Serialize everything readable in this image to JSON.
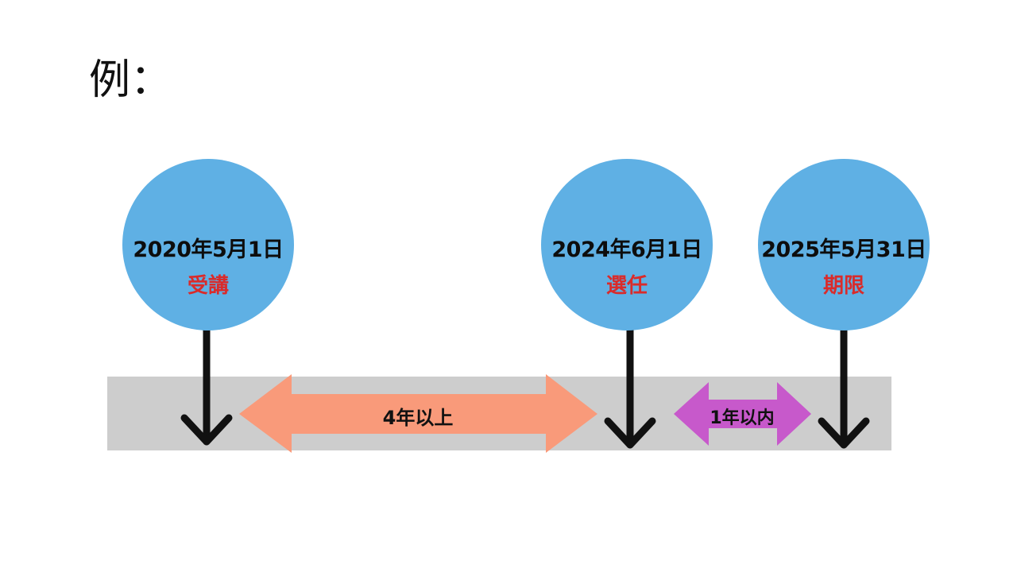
{
  "heading": "例：",
  "milestones": [
    {
      "date": "2020年5月1日",
      "event": "受講"
    },
    {
      "date": "2024年6月1日",
      "event": "選任"
    },
    {
      "date": "2025年5月31日",
      "event": "期限"
    }
  ],
  "spans": [
    {
      "label": "4年以上",
      "color": "#f99a7a"
    },
    {
      "label": "1年以内",
      "color": "#c759cb"
    }
  ],
  "colors": {
    "circle": "#5fb0e4",
    "band": "#cdcdcd",
    "event_text": "#d92b2b",
    "pointer": "#111111"
  }
}
